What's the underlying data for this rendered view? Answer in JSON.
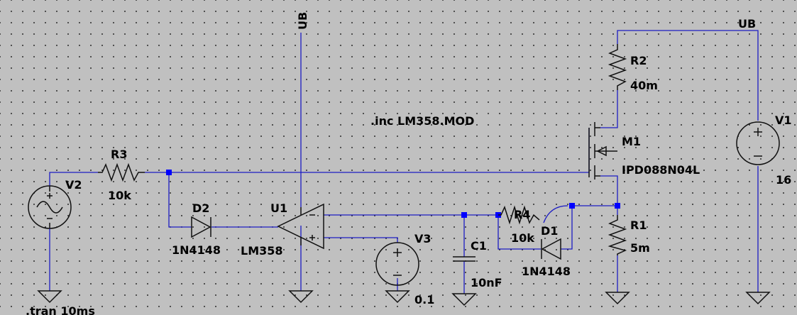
{
  "directive_include": ".inc LM358.MOD",
  "directive_tran": ".tran 10ms",
  "net_ub_top": "UB",
  "net_ub_right": "UB",
  "components": {
    "r3": {
      "name": "R3",
      "value": "10k"
    },
    "r2": {
      "name": "R2",
      "value": "40m"
    },
    "r1": {
      "name": "R1",
      "value": "5m"
    },
    "r4": {
      "name": "R4",
      "value": "10k"
    },
    "c1": {
      "name": "C1",
      "value": "10nF"
    },
    "d1": {
      "name": "D1",
      "value": "1N4148"
    },
    "d2": {
      "name": "D2",
      "value": "1N4148"
    },
    "u1": {
      "name": "U1",
      "value": "LM358"
    },
    "m1": {
      "name": "M1",
      "value": "IPD088N04L"
    },
    "v1": {
      "name": "V1",
      "value": "16"
    },
    "v2": {
      "name": "V2",
      "value": ""
    },
    "v3": {
      "name": "V3",
      "value": "0.1"
    }
  },
  "colors": {
    "wire": "#1c1cc4",
    "component": "#101010",
    "junction": "#0000ff",
    "background": "#c0c0c0"
  }
}
